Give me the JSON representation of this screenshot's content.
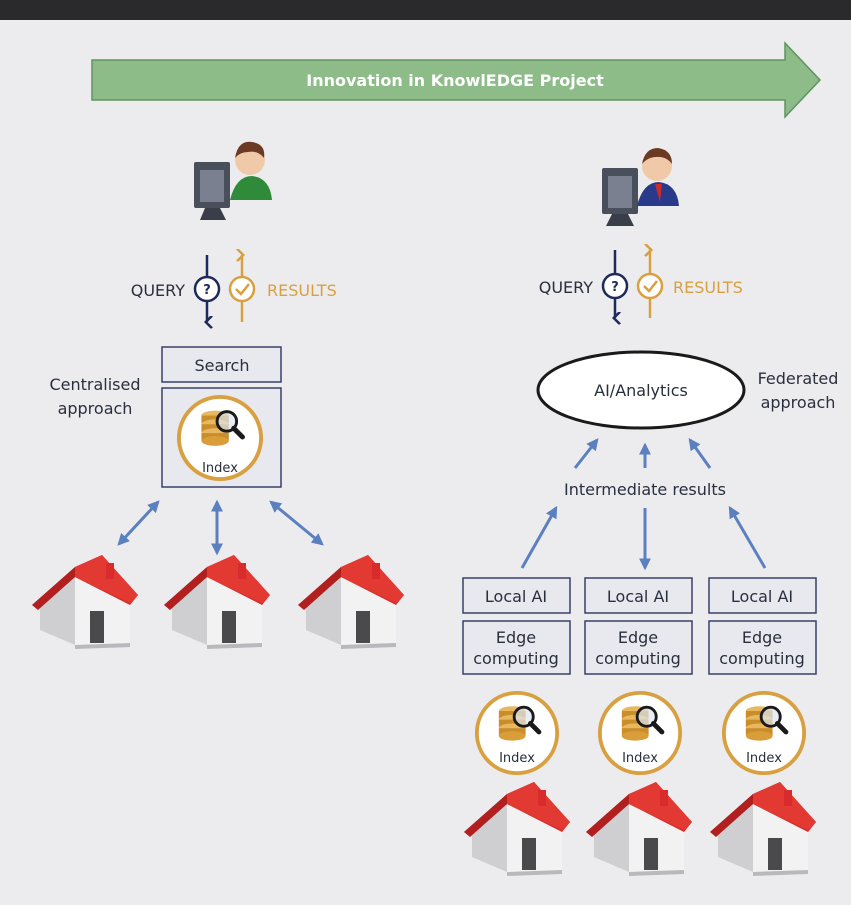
{
  "banner": {
    "label": "Innovation in KnowlEDGE Project",
    "color": "#8dbc88"
  },
  "colors": {
    "arrow_blue": "#5b80c0",
    "query_navy": "#1e2a5a",
    "results_gold": "#d8a040",
    "roof_red": "#d92b2b",
    "box_border": "#3a4068",
    "box_fill": "#e8e8ef"
  },
  "left": {
    "query_label": "QUERY",
    "results_label": "RESULTS",
    "search_label": "Search",
    "index_label": "Index",
    "approach_line1": "Centralised",
    "approach_line2": "approach"
  },
  "right": {
    "query_label": "QUERY",
    "results_label": "RESULTS",
    "ai_label": "AI/Analytics",
    "approach_line1": "Federated",
    "approach_line2": "approach",
    "intermediate_label": "Intermediate results",
    "nodes": [
      {
        "local_ai": "Local AI",
        "edge_line1": "Edge",
        "edge_line2": "computing",
        "index": "Index"
      },
      {
        "local_ai": "Local AI",
        "edge_line1": "Edge",
        "edge_line2": "computing",
        "index": "Index"
      },
      {
        "local_ai": "Local AI",
        "edge_line1": "Edge",
        "edge_line2": "computing",
        "index": "Index"
      }
    ]
  }
}
